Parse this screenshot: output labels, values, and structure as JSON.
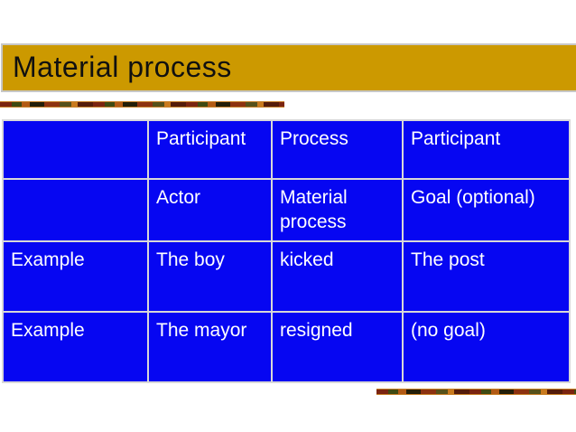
{
  "slide": {
    "title": "Material process"
  },
  "table": {
    "rows": [
      {
        "cells": [
          "",
          "Participant",
          "Process",
          "Participant"
        ]
      },
      {
        "cells": [
          "",
          "Actor",
          "Material process",
          "Goal (optional)"
        ]
      },
      {
        "cells": [
          "Example",
          "The boy",
          "kicked",
          "The post"
        ]
      },
      {
        "cells": [
          "Example",
          "The mayor",
          "resigned",
          "(no goal)"
        ]
      }
    ]
  },
  "colors": {
    "title_background": "#CC9900",
    "title_text": "#101010",
    "table_cell_background": "#0606F2",
    "table_text": "#FFFFFF",
    "table_border": "#D8D8D8",
    "strip_palette": [
      "#7A2410",
      "#3F4A12",
      "#B25A14",
      "#231E08",
      "#8C3210",
      "#C97A1E"
    ]
  }
}
